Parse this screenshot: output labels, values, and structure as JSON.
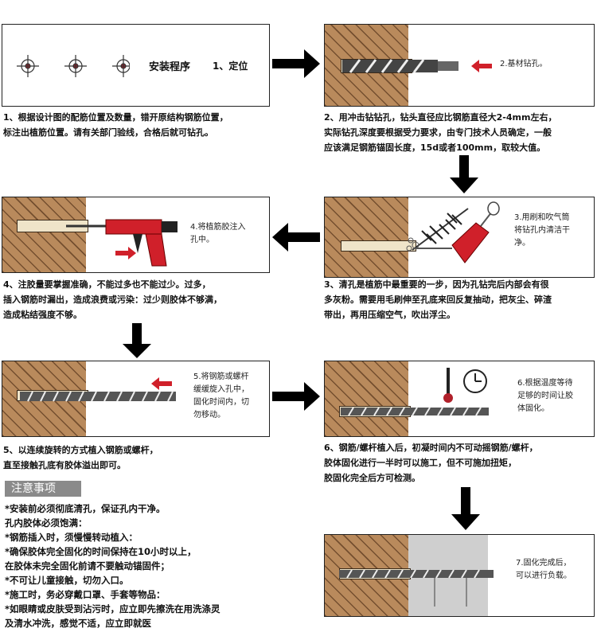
{
  "step1": {
    "title": "安装程序",
    "label": "1、定位",
    "desc": [
      "1、根据设计图的配筋位置及数量，错开原结构钢筋位置，",
      "标注出植筋位置。请有关部门验线，合格后就可钻孔。"
    ]
  },
  "step2": {
    "label": "2.基材钻孔。",
    "desc": [
      "2、用冲击钻钻孔，钻头直径应比钢筋直径大2-4mm左右，",
      "实际钻孔深度要根据受力要求，由专门技术人员确定，一般",
      "应该满足钢筋锚固长度，15d或者100mm，取较大值。"
    ]
  },
  "step3": {
    "label": [
      "3.用刷和吹气筒",
      "将钻孔内清洁干",
      "净。"
    ],
    "desc": [
      "3、清孔是植筋中最重要的一步，因为孔钻完后内部会有很",
      "多灰粉。需要用毛刷伸至孔底来回反复抽动，把灰尘、碎渣",
      "带出，再用压缩空气，吹出浮尘。"
    ]
  },
  "step4": {
    "label": [
      "4.将植筋胶注入",
      "孔中。"
    ],
    "desc": [
      "4、注胶量要掌握准确，不能过多也不能过少。过多，",
      "插入钢筋时漏出，造成浪费或污染：过少则胶体不够满，",
      "造成粘结强度不够。"
    ]
  },
  "step5": {
    "label": [
      "5.将钢筋或螺杆",
      "缓缓旋入孔中，",
      "固化时间内，切",
      "勿移动。"
    ],
    "desc": [
      "5、以连续旋转的方式植入钢筋或螺杆，",
      "直至接触孔底有胶体溢出即可。"
    ]
  },
  "step6": {
    "label": [
      "6.根据温度等待",
      "足够的时间让胶",
      "体固化。"
    ],
    "desc": [
      "6、钢筋/螺杆植入后，初凝时间内不可动摇钢筋/螺杆，",
      "胶体固化进行一半时可以施工，但不可施加扭矩，",
      "胶固化完全后方可检测。"
    ]
  },
  "step7": {
    "label": [
      "7.固化完成后，",
      "可以进行负载。"
    ]
  },
  "notes": {
    "title": "注意事项",
    "lines": [
      "*安装前必须彻底清孔，保证孔内干净。",
      "孔内胶体必须饱满：",
      "*钢筋插入时，须慢慢转动植入：",
      "*确保胶体完全固化的时间保持在10小时以上，",
      "在胶体未完全固化前请不要触动锚固件；",
      "*不可让儿童接触，切勿入口。",
      "*施工时，务必穿戴口罩、手套等物品：",
      "*如眼睛或皮肤受到沾污时，应立即先擦洗在用洗涤灵",
      "及清水冲洗，感觉不适，应立即就医"
    ]
  },
  "colors": {
    "accent": "#d0202a",
    "wall": "#b98a5c",
    "hole": "#efe4c9",
    "arrow": "#000000"
  }
}
